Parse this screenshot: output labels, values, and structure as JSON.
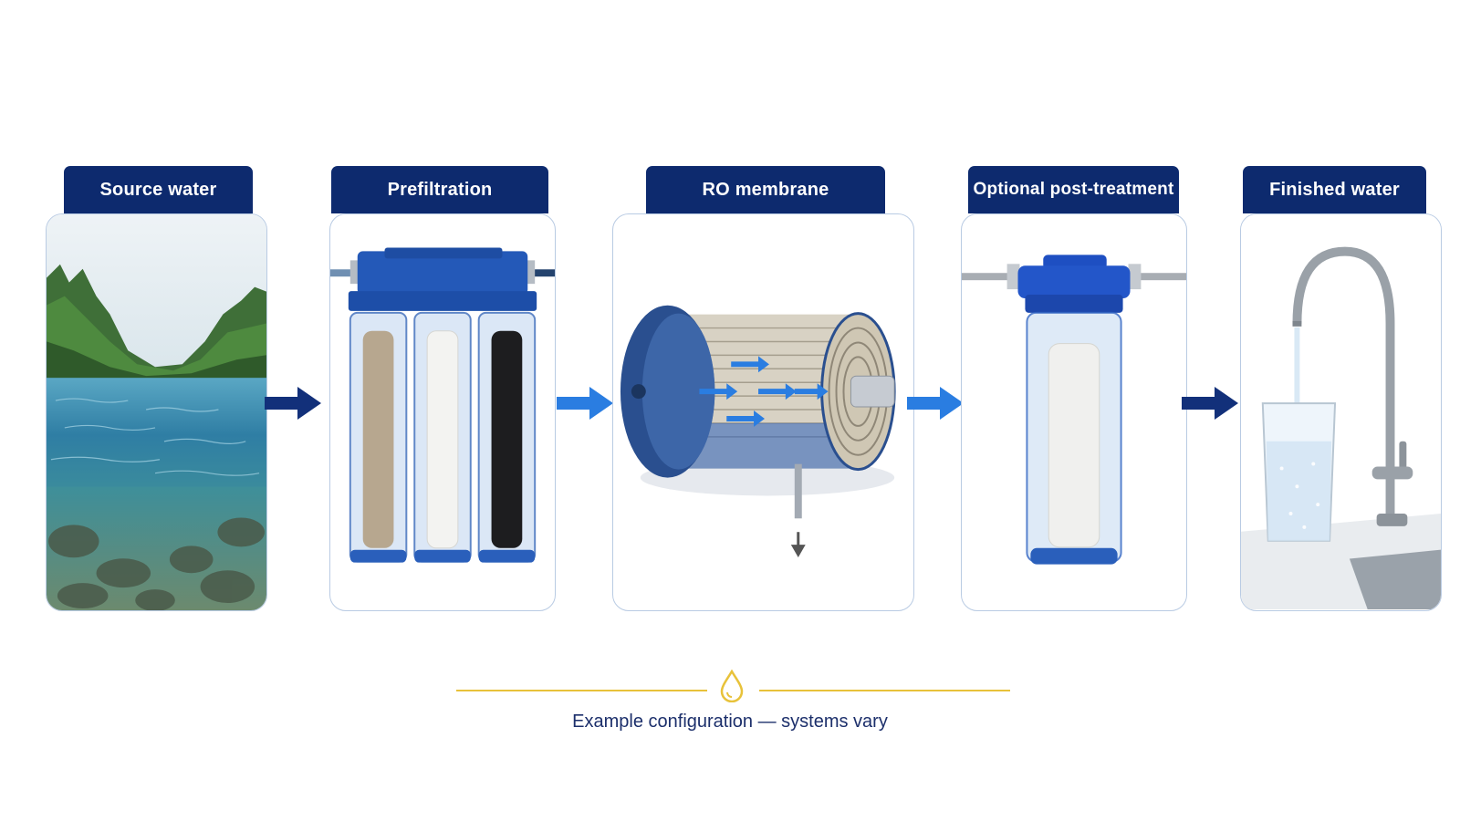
{
  "stages": [
    {
      "label": "Source water"
    },
    {
      "label": "Prefiltration"
    },
    {
      "label": "RO membrane"
    },
    {
      "label": "Optional post-treatment"
    },
    {
      "label": "Finished water"
    }
  ],
  "caption": "Example configuration — systems vary",
  "colors": {
    "tab_navy": "#0d2a6e",
    "card_border": "#b9cbe3",
    "arrow_navy": "#12307a",
    "arrow_blue": "#2a7de1",
    "accent_gold": "#e8c23a",
    "caption_text": "#1c2f6b"
  },
  "icons": [
    "water-drop-icon"
  ]
}
